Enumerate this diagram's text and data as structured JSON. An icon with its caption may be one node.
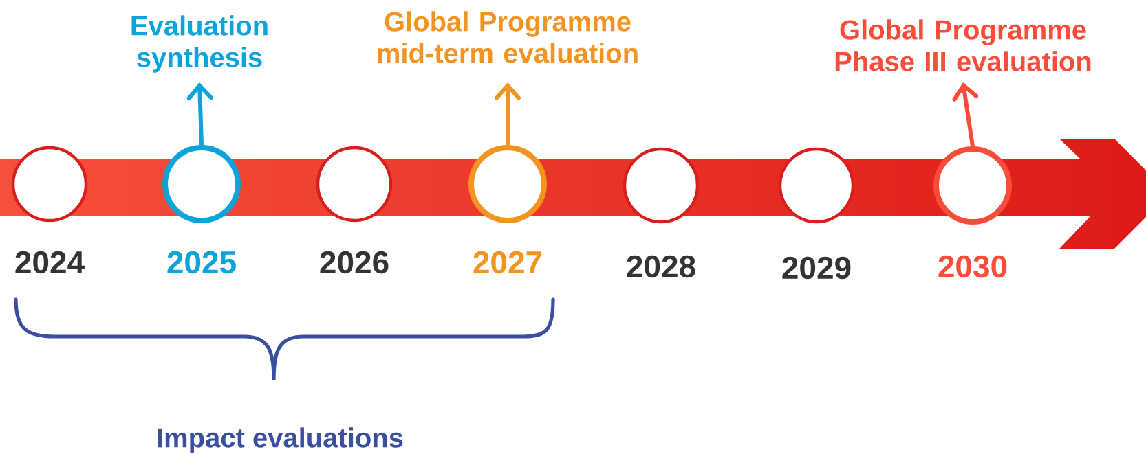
{
  "diagram": {
    "nodes": [
      {
        "text": [],
        "shape": "circle",
        "beside": [
          "2024"
        ]
      },
      {
        "text": [],
        "shape": "circle",
        "beside": [
          "2025"
        ]
      },
      {
        "text": [],
        "shape": "circle",
        "beside": [
          "2026"
        ]
      },
      {
        "text": [],
        "shape": "circle",
        "beside": [
          "2027"
        ]
      },
      {
        "text": [],
        "shape": "circle",
        "beside": [
          "2028"
        ]
      },
      {
        "text": [],
        "shape": "circle",
        "beside": [
          "2029"
        ]
      },
      {
        "text": [],
        "shape": "circle",
        "beside": [
          "2030"
        ]
      },
      {
        "text": [
          "Evaluation synthesis"
        ]
      },
      {
        "text": [
          "Global Programme mid-term evaluation"
        ]
      },
      {
        "text": [
          "Global Programme Phase III evaluation"
        ]
      }
    ],
    "edges": [
      {
        "from": 1,
        "to": 7,
        "arrow": "to",
        "color": "#0aa3da"
      },
      {
        "from": 3,
        "to": 8,
        "arrow": "to",
        "color": "#f39320"
      },
      {
        "from": 6,
        "to": 9,
        "arrow": "to",
        "color": "#fb4c3a"
      }
    ],
    "labels": [
      "Impact evaluations"
    ]
  }
}
